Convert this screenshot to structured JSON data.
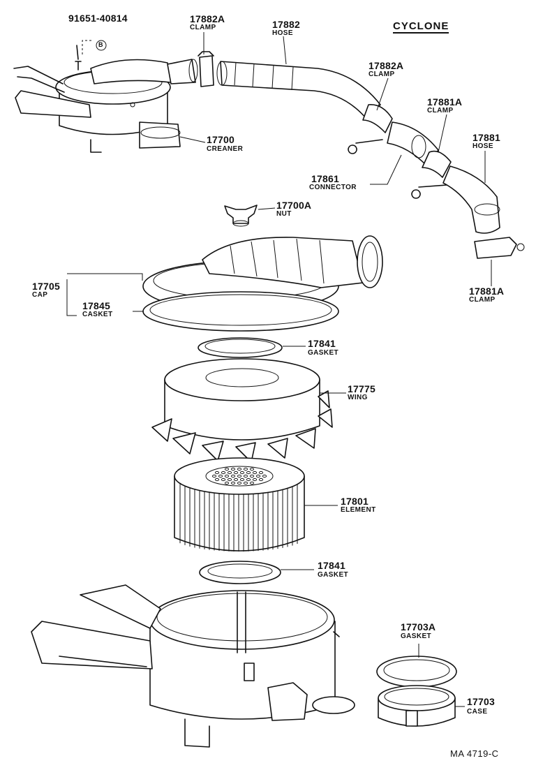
{
  "title": "CYCLONE",
  "drawing_ref": "MA 4719-C",
  "bolt_ref": {
    "number": "91651-40814",
    "marker": "B"
  },
  "parts": [
    {
      "number": "17882A",
      "name": "CLAMP"
    },
    {
      "number": "17882",
      "name": "HOSE"
    },
    {
      "number": "17882A",
      "name": "CLAMP"
    },
    {
      "number": "17881A",
      "name": "CLAMP"
    },
    {
      "number": "17881",
      "name": "HOSE"
    },
    {
      "number": "17700",
      "name": "CREANER"
    },
    {
      "number": "17861",
      "name": "CONNECTOR"
    },
    {
      "number": "17700A",
      "name": "NUT"
    },
    {
      "number": "17881A",
      "name": "CLAMP"
    },
    {
      "number": "17705",
      "name": "CAP"
    },
    {
      "number": "17845",
      "name": "CASKET"
    },
    {
      "number": "17841",
      "name": "GASKET"
    },
    {
      "number": "17775",
      "name": "WING"
    },
    {
      "number": "17801",
      "name": "ELEMENT"
    },
    {
      "number": "17841",
      "name": "GASKET"
    },
    {
      "number": "17703A",
      "name": "GASKET"
    },
    {
      "number": "17703",
      "name": "CASE"
    }
  ]
}
